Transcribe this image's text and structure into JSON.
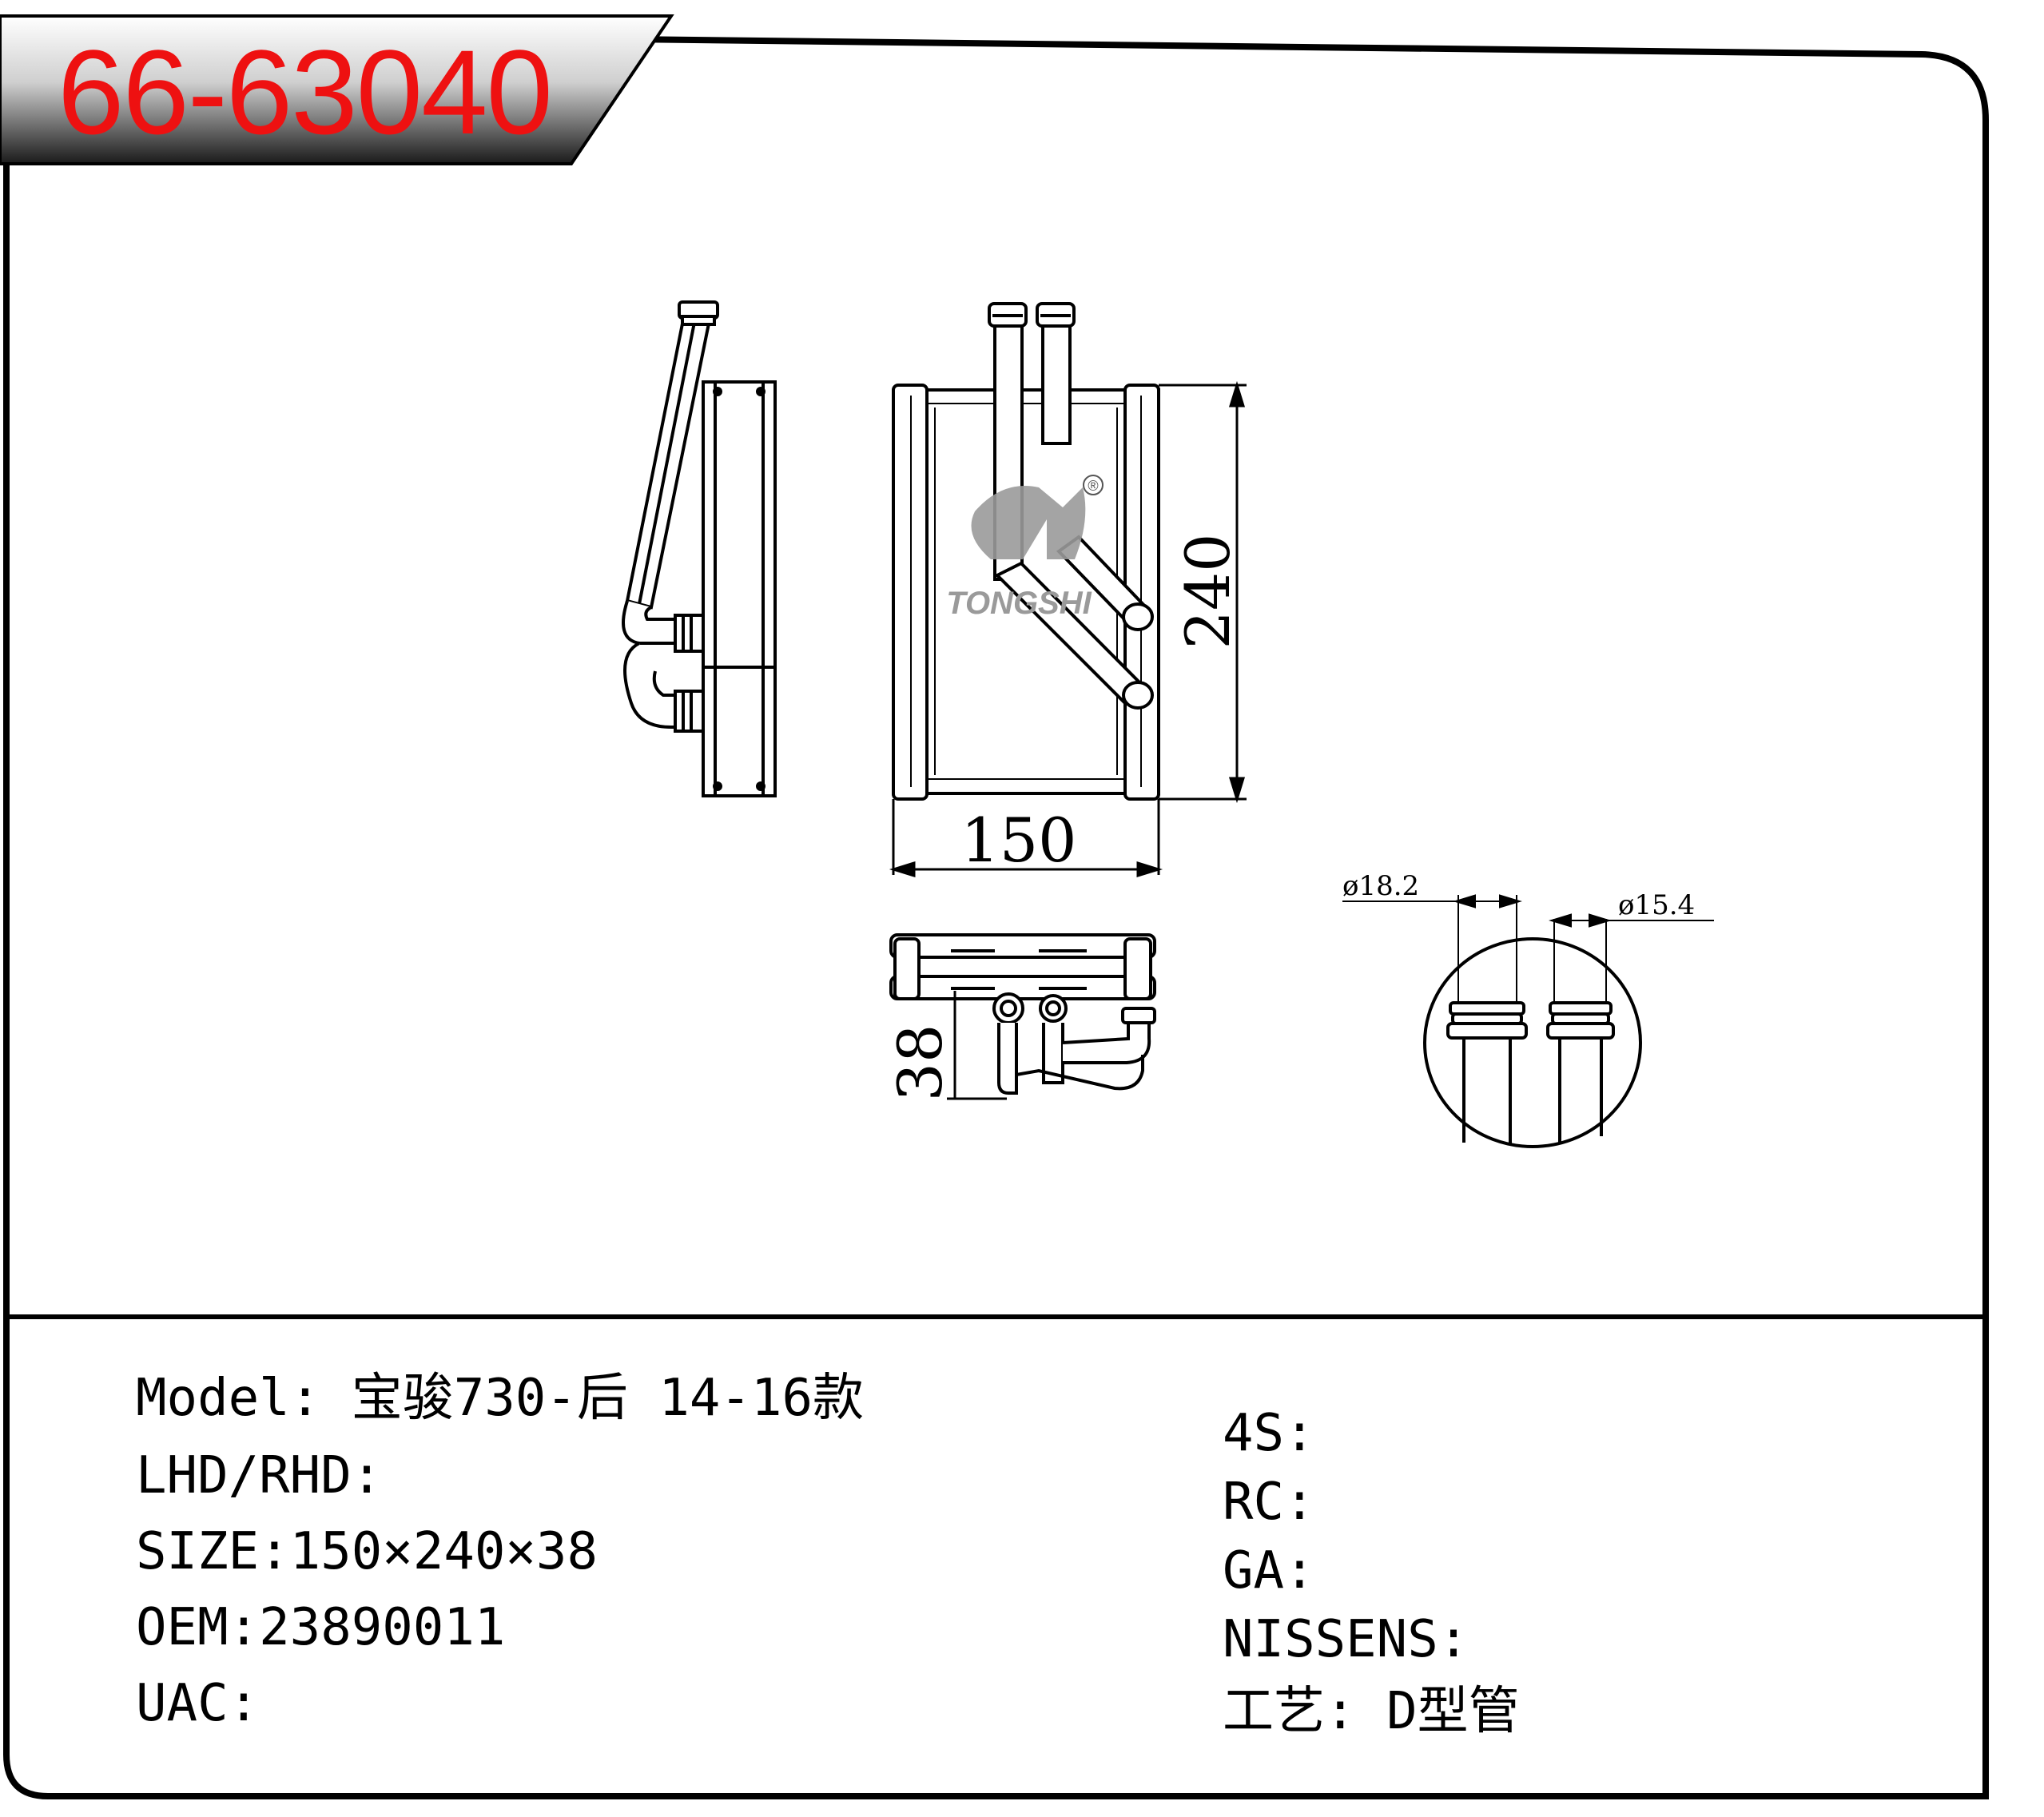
{
  "header": {
    "part_number": "66-63040"
  },
  "drawing": {
    "dim_width": "150",
    "dim_height": "240",
    "dim_depth": "38",
    "dim_pipe_large": "ø18.2",
    "dim_pipe_small": "ø15.4",
    "logo_text": "TONGSHI",
    "registered_mark": "®"
  },
  "specs_left": [
    {
      "label": "Model:",
      "value": " 宝骏730-后 14-16款"
    },
    {
      "label": "LHD/RHD:",
      "value": ""
    },
    {
      "label": "SIZE:",
      "value": "150×240×38"
    },
    {
      "label": "OEM:",
      "value": "23890011"
    },
    {
      "label": "UAC:",
      "value": ""
    }
  ],
  "specs_right": [
    {
      "label": "4S:",
      "value": ""
    },
    {
      "label": "RC:",
      "value": ""
    },
    {
      "label": "GA:",
      "value": ""
    },
    {
      "label": "NISSENS:",
      "value": ""
    },
    {
      "label": "工艺:",
      "value": " D型管"
    }
  ],
  "colors": {
    "part_number": "#ee1111",
    "frame": "#000000",
    "logo": "#9a9a9a"
  }
}
